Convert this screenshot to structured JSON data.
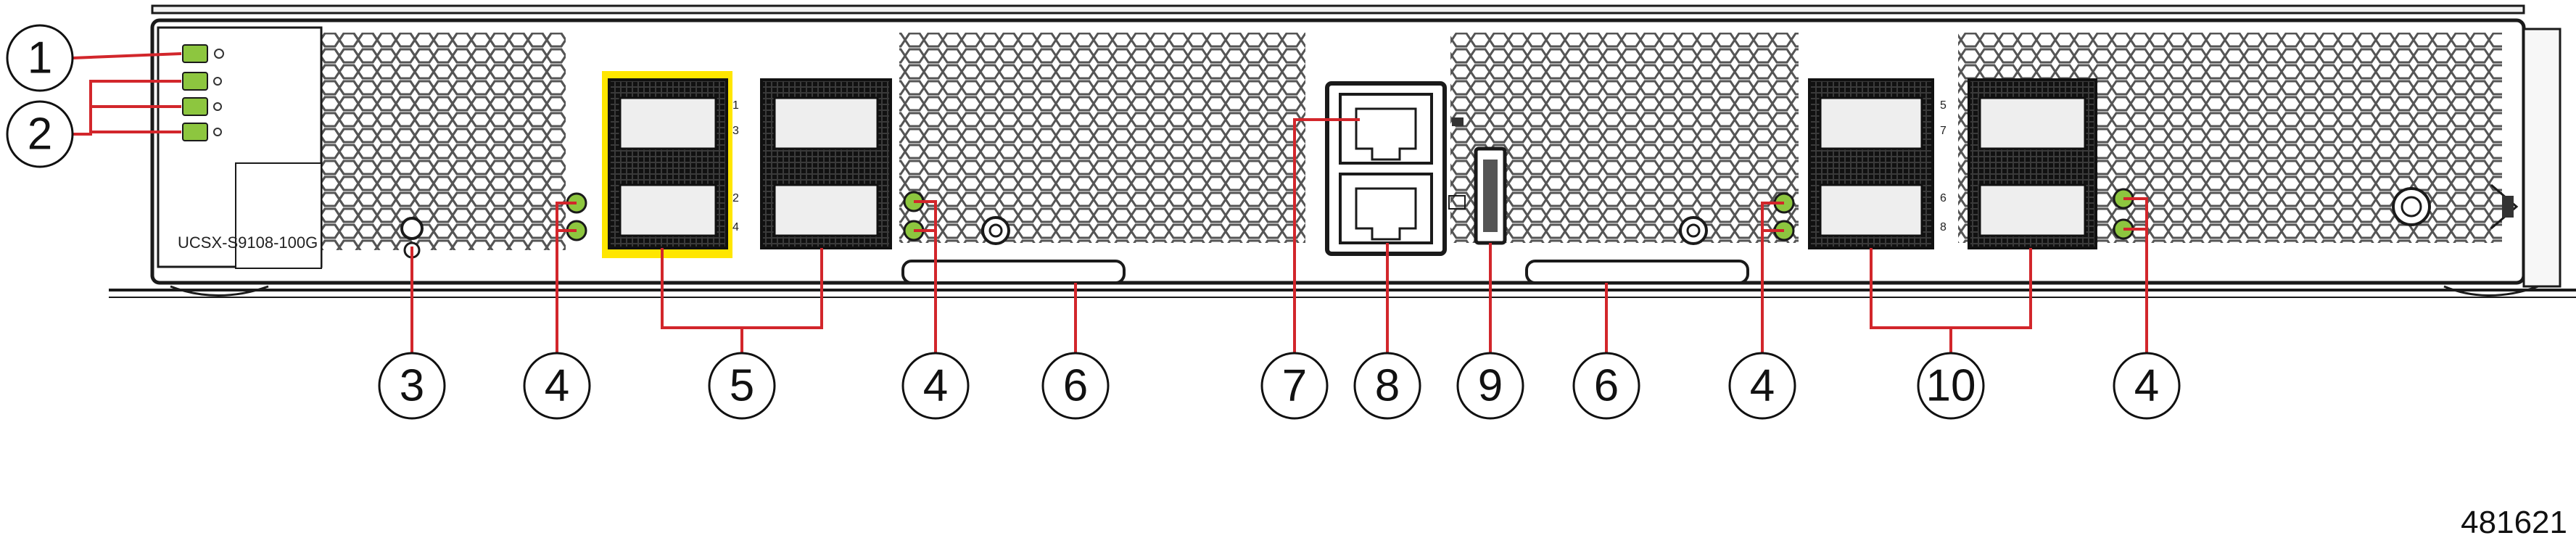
{
  "model_label": "UCSX-S9108-100G",
  "figure_id": "481621",
  "port_numbers": {
    "left_group_a": [
      "1",
      "2"
    ],
    "left_group_b": [
      "3",
      "4"
    ],
    "right_group_a": [
      "5",
      "6"
    ],
    "right_group_b": [
      "7",
      "8"
    ]
  },
  "callouts": [
    {
      "id": "c1",
      "label": "1"
    },
    {
      "id": "c2",
      "label": "2"
    },
    {
      "id": "c3",
      "label": "3"
    },
    {
      "id": "c4a",
      "label": "4"
    },
    {
      "id": "c5",
      "label": "5"
    },
    {
      "id": "c4b",
      "label": "4"
    },
    {
      "id": "c6a",
      "label": "6"
    },
    {
      "id": "c7",
      "label": "7"
    },
    {
      "id": "c8",
      "label": "8"
    },
    {
      "id": "c9",
      "label": "9"
    },
    {
      "id": "c6b",
      "label": "6"
    },
    {
      "id": "c4c",
      "label": "4"
    },
    {
      "id": "c10",
      "label": "10"
    },
    {
      "id": "c4d",
      "label": "4"
    }
  ],
  "colors": {
    "leader": "#d2262b",
    "led": "#8dc63f",
    "highlight": "#ffe600",
    "panel_line": "#1a1a1a"
  }
}
